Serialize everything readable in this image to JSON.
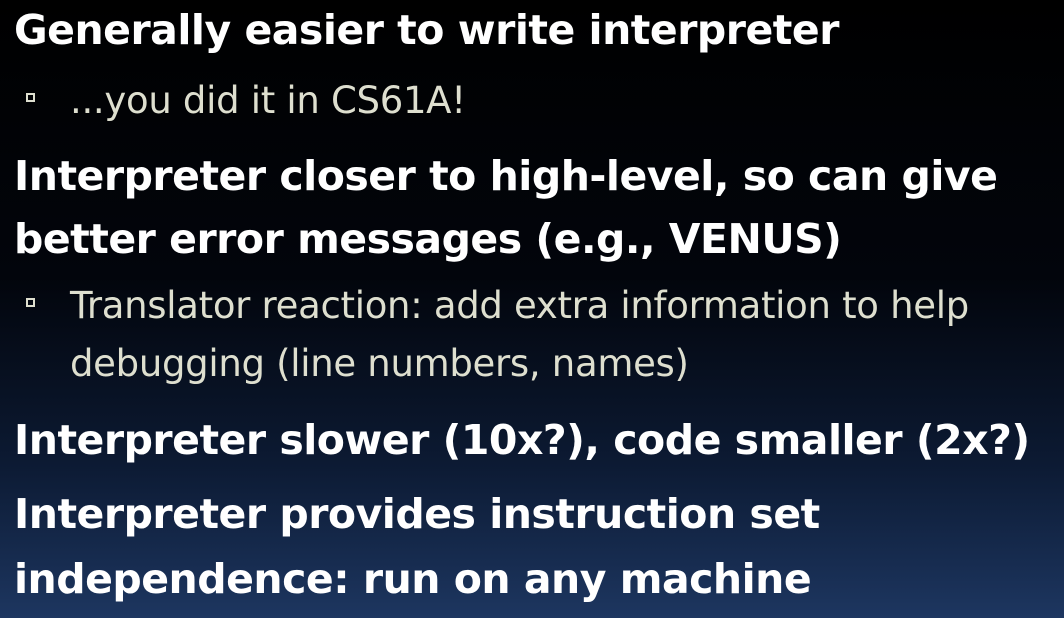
{
  "slide": {
    "items": [
      {
        "text": "Generally easier to write interpreter",
        "sub": [
          "...you did it in CS61A!"
        ]
      },
      {
        "text_lines": [
          "Interpreter closer to high-level, so can give",
          "better error messages (e.g., VENUS)"
        ],
        "sub_lines": [
          "Translator reaction: add extra information to help",
          "debugging (line numbers, names)"
        ]
      },
      {
        "text": "Interpreter slower (10x?), code smaller (2x?)"
      },
      {
        "text_lines": [
          "Interpreter provides instruction set",
          "independence: run on any machine"
        ]
      }
    ]
  }
}
